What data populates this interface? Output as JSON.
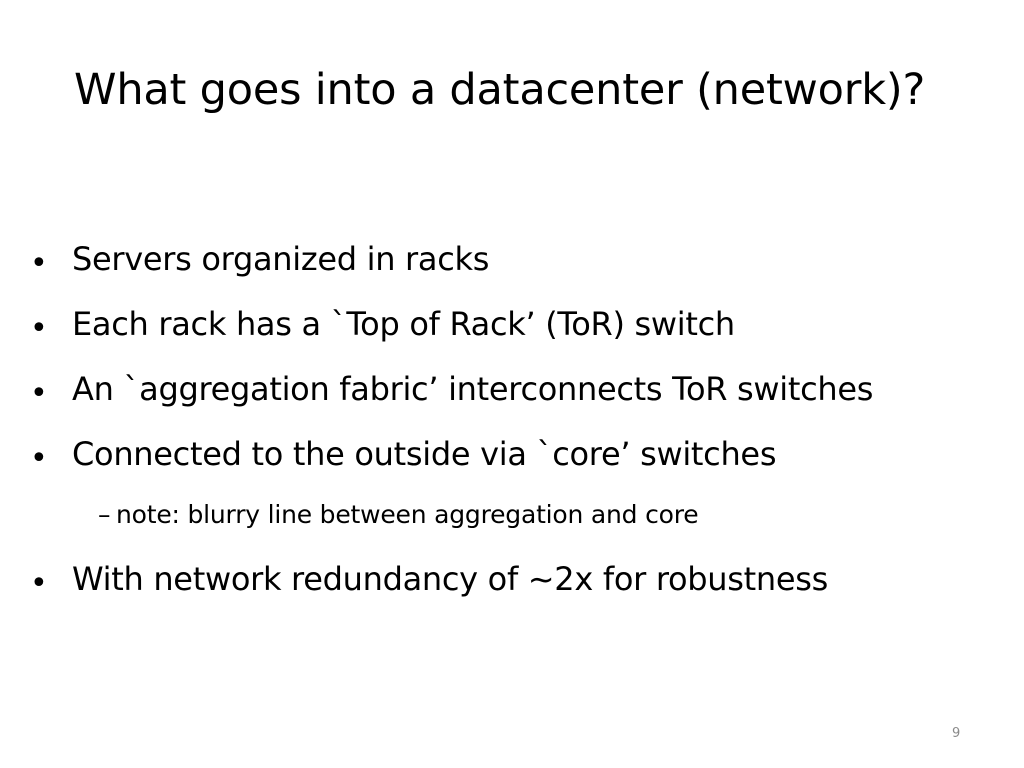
{
  "slide": {
    "title": "What goes into a datacenter (network)?",
    "bullets": [
      {
        "marker": "•",
        "text": "Servers organized in racks"
      },
      {
        "marker": "•",
        "text": "Each rack has a `Top of Rack’ (ToR) switch"
      },
      {
        "marker": "•",
        "text": "An `aggregation fabric’ interconnects ToR switches"
      },
      {
        "marker": "•",
        "text": "Connected to the outside via `core’ switches"
      },
      {
        "marker": "•",
        "text": "With network redundancy of ~2x for robustness"
      }
    ],
    "sub_bullet": {
      "marker": "–",
      "text": "note: blurry line between aggregation and core"
    },
    "page_number": "9"
  }
}
